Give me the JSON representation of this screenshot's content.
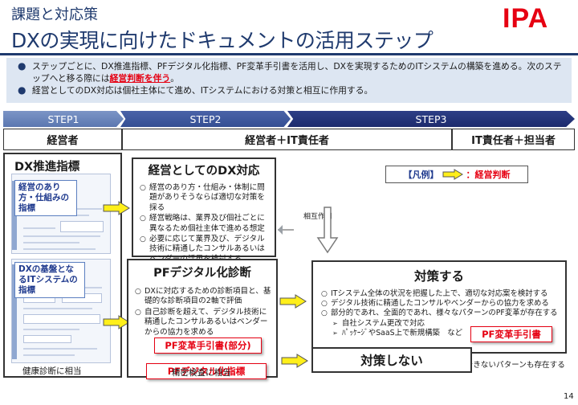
{
  "header": {
    "subtitle": "課題と対応策",
    "title": "DXの実現に向けたドキュメントの活用ステップ",
    "logo": "IPA"
  },
  "intro": {
    "bullet1_text": "ステップごとに、DX推進指標、PFデジタル化指標、PF変革手引書を活用し、DXを実現するためのITシステムの構築を進める。次のステップへと移る際には",
    "bullet1_highlight": "経営判断を伴う",
    "bullet1_end": "。",
    "bullet2_text": "経営としてのDX対応は個社主体にて進め、ITシステムにおける対策と相互に作用する。"
  },
  "steps": [
    {
      "label": "STEP1"
    },
    {
      "label": "STEP2"
    },
    {
      "label": "STEP3"
    }
  ],
  "roles": [
    {
      "label": "経営者"
    },
    {
      "label": "経営者＋IT責任者"
    },
    {
      "label": "IT責任者＋担当者"
    }
  ],
  "left_panel": {
    "title": "DX推進指標",
    "tag1": "経営のあり方・仕組みの指標",
    "tag2": "DXの基盤となるITシステムの指標",
    "footer": "健康診断に相当"
  },
  "management_box": {
    "title": "経営としてのDX対応",
    "items": [
      "経営のあり方・仕組み・体制に問題がありそうならば適切な対策を採る",
      "経営戦略は、業界及び個社ごとに異なるため個社主体で進める想定",
      "必要に応じて業界及び、デジタル技術に精通したコンサルあるいはベンダーの活用を検討する"
    ]
  },
  "pf_box": {
    "title": "PFデジタル化診断",
    "items": [
      "DXに対応するための診断項目と、基礎的な診断項目の2軸で評価",
      "自己診断を超えて、デジタル技術に精通したコンサルあるいはベンダーからの協力を求める"
    ],
    "red_label_1": "PF変革手引書(部分)",
    "red_label_2": "PFデジタル化指標",
    "footer": "精密検査に相当"
  },
  "legend": {
    "prefix": "【凡例】",
    "label": "：経営判断"
  },
  "mutual_label": "相互作用",
  "action_box": {
    "title": "対策する",
    "items": [
      "ITシステム全体の状況を把握した上で、適切な対応案を検討する",
      "デジタル技術に精通したコンサルやベンダーからの協力を求める",
      "部分的であれ、全面的であれ、様々なパターンのPF変革が存在する"
    ],
    "sub_items": [
      "自社システム更改で対応",
      "ﾊﾟｯｹｰｼﾞやSaaS上で新規構築　など"
    ],
    "sub_marker": "➢",
    "red_label": "PF変革手引書"
  },
  "note": "※手引書で対策できないパターンも存在する",
  "no_action_box": {
    "title": "対策しない"
  },
  "page_number": "14",
  "colors": {
    "brand_red": "#e60012",
    "navy": "#1f3a6e",
    "arrow_yellow": "#ffef1a"
  }
}
